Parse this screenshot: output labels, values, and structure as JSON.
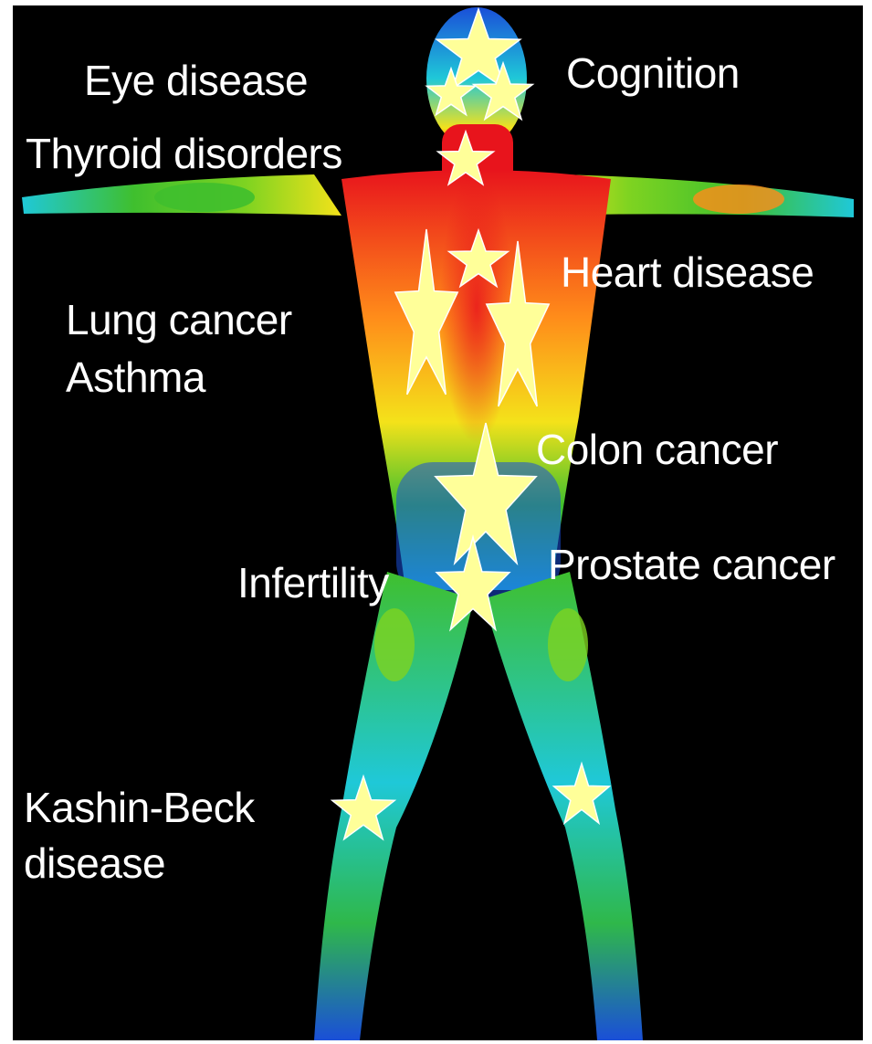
{
  "figure": {
    "description_labels": {
      "eye": "Eye disease",
      "cognition": "Cognition",
      "thyroid": "Thyroid disorders",
      "heart": "Heart disease",
      "lung": "Lung cancer",
      "asthma": "Asthma",
      "colon": "Colon cancer",
      "prostate": "Prostate cancer",
      "infertility": "Infertility",
      "kashin_line1": "Kashin-Beck",
      "kashin_line2": "disease"
    },
    "colors": {
      "background": "#000000",
      "star_fill": "#ffff99",
      "star_stroke": "#ffffff",
      "label_text": "#ffffff",
      "thermal_hot": "#e8141c",
      "thermal_warm": "#ff8c1a",
      "thermal_mid": "#f4e21a",
      "thermal_green": "#3fbf2e",
      "thermal_cyan": "#1fc8d8",
      "thermal_cool": "#1a4fd8"
    },
    "markers": [
      {
        "name": "cognition-star"
      },
      {
        "name": "eye-star-left"
      },
      {
        "name": "eye-star-right"
      },
      {
        "name": "thyroid-star"
      },
      {
        "name": "heart-star"
      },
      {
        "name": "lung-star-left"
      },
      {
        "name": "lung-star-right"
      },
      {
        "name": "colon-star"
      },
      {
        "name": "prostate-star"
      },
      {
        "name": "knee-star-left"
      },
      {
        "name": "knee-star-right"
      }
    ]
  }
}
